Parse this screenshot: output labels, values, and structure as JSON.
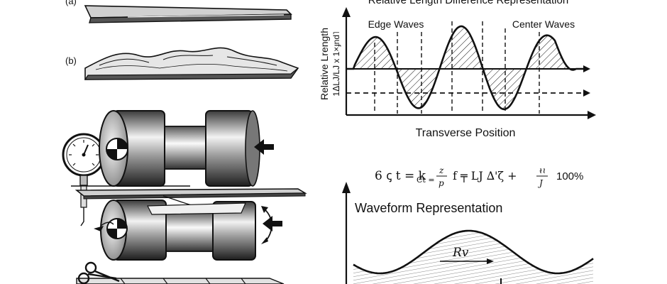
{
  "labels": {
    "a": "(a)",
    "b": "(b)"
  },
  "top_graph": {
    "title": "Relative Length Difference Representation",
    "ylabel_line1": "Relative Lrength",
    "ylabel_line2": "1ᐃLJ/LJ x 1×ɟnd˥",
    "xlabel": "Transverse Position",
    "left_annotation": "Edge Waves",
    "right_annotation": "Center Waves"
  },
  "formula": {
    "lead": "6 ꞔ t  =  k",
    "sub": "Ct =",
    "frac_num": "z",
    "frac_den": "p",
    "mid": "f ╤  LJ ∆'ζ  +",
    "frac2_num": "ᵼɩ",
    "frac2_den": "J",
    "tail": "100%"
  },
  "bottom_graph": {
    "title": "Waveform Representation",
    "annotation": "Rv"
  },
  "colors": {
    "ink": "#111111",
    "paper": "#ffffff",
    "shade": "#9a9a9a"
  }
}
